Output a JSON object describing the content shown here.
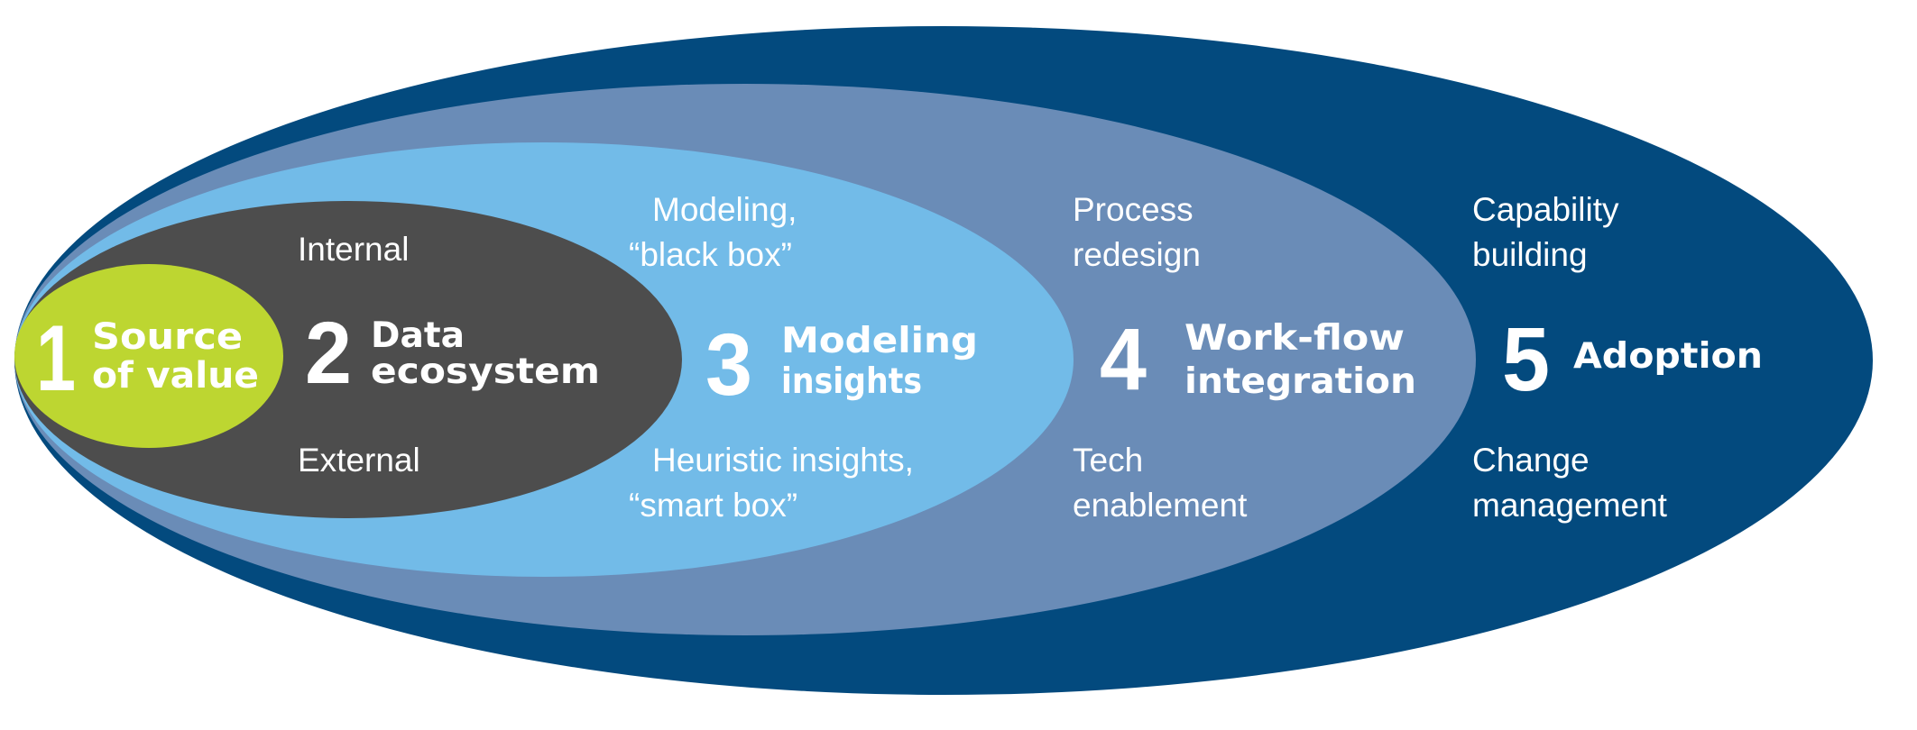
{
  "diagram": {
    "type": "nested-ellipses",
    "layers": [
      {
        "number": "5",
        "title_lines": [
          "Adoption"
        ],
        "top_note": [
          "Capability",
          "building"
        ],
        "bottom_note": [
          "Change",
          "management"
        ],
        "color": "#034a7e"
      },
      {
        "number": "4",
        "title_lines": [
          "Work-flow",
          "integration"
        ],
        "top_note": [
          "Process",
          "redesign"
        ],
        "bottom_note": [
          "Tech",
          "enablement"
        ],
        "color": "#6a8cb7"
      },
      {
        "number": "3",
        "title_lines": [
          "Modeling",
          "insights"
        ],
        "top_note": [
          "Modeling,",
          "“black box”"
        ],
        "bottom_note": [
          "Heuristic insights,",
          "“smart box”"
        ],
        "color": "#72bbe8"
      },
      {
        "number": "2",
        "title_lines": [
          "Data",
          "ecosystem"
        ],
        "top_note": [
          "Internal"
        ],
        "bottom_note": [
          "External"
        ],
        "color": "#4d4d4d"
      },
      {
        "number": "1",
        "title_lines": [
          "Source",
          "of value"
        ],
        "top_note": [],
        "bottom_note": [],
        "color": "#bdd631"
      }
    ]
  }
}
